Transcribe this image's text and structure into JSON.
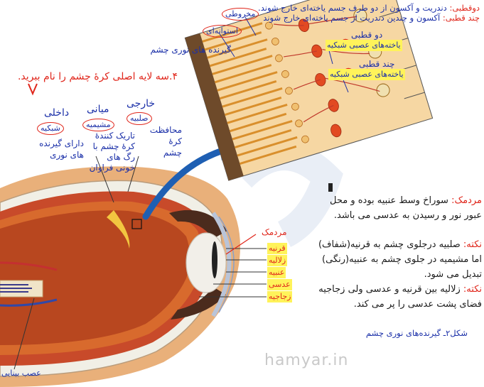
{
  "top_notes": {
    "bipolar": {
      "label": "دوقطبی:",
      "text": " دندریت و آکسون از دو طرف جسم یاخته‌ای خارج شوند."
    },
    "multipolar": {
      "label": "چند قطبی:",
      "text": " آکسون و چندین دندریت از جسم یاخته‌ای خارج شوند"
    }
  },
  "retina_labels": {
    "cone": "مخروطی",
    "rod": "استوانه‌ای",
    "photoreceptors": "گیرنده های نوری چشم",
    "bipolar_title": "دو قطبی",
    "bipolar_cells": "یاخته‌های عصبی شبکیه",
    "multipolar_title": "چند قطبی",
    "multipolar_cells": "یاخته‌های عصبی شبکیه"
  },
  "question": "۴.سه لایه اصلی کرهٔ چشم را نام ببرید.",
  "layers": {
    "inner": {
      "title": "داخلی",
      "name": "شبکیه",
      "desc": "دارای گیرنده های نوری"
    },
    "middle": {
      "title": "میانی",
      "name": "مشیمیه",
      "desc": "تاریک کنندهٔ کرهٔ چشم با رگ های خونی فراوان"
    },
    "outer": {
      "title": "خارجی",
      "name": "صلبیه",
      "desc": "محافظت کرهٔ چشم"
    }
  },
  "eye_labels": {
    "pupil": "مردمک",
    "cornea": "قرنیه",
    "aqueous": "زلالیه",
    "iris": "عنبیه",
    "lens": "عدسی",
    "vitreous": "زجاجیه",
    "optic_nerve": "عصب بینایی"
  },
  "notes": {
    "pupil_label": "مردمک:",
    "pupil_text": " سوراخ وسط عنبیه بوده و محل عبور نور و رسیدن به عدسی می باشد.",
    "note1_label": "نکته:",
    "note1_text": " صلبیه درجلوی چشم به قرنیه(شفاف) اما مشیمیه در جلوی چشم به عنبیه(رنگی) تبدیل می شود.",
    "note2_label": "نکته:",
    "note2_text": " زلالیه بین قرنیه و عدسی ولی زجاجیه فضای پشت عدسی را پر می کند."
  },
  "caption": "شکل۲ـ گیرنده‌های نوری چشم",
  "watermark": "hamyar.in"
}
